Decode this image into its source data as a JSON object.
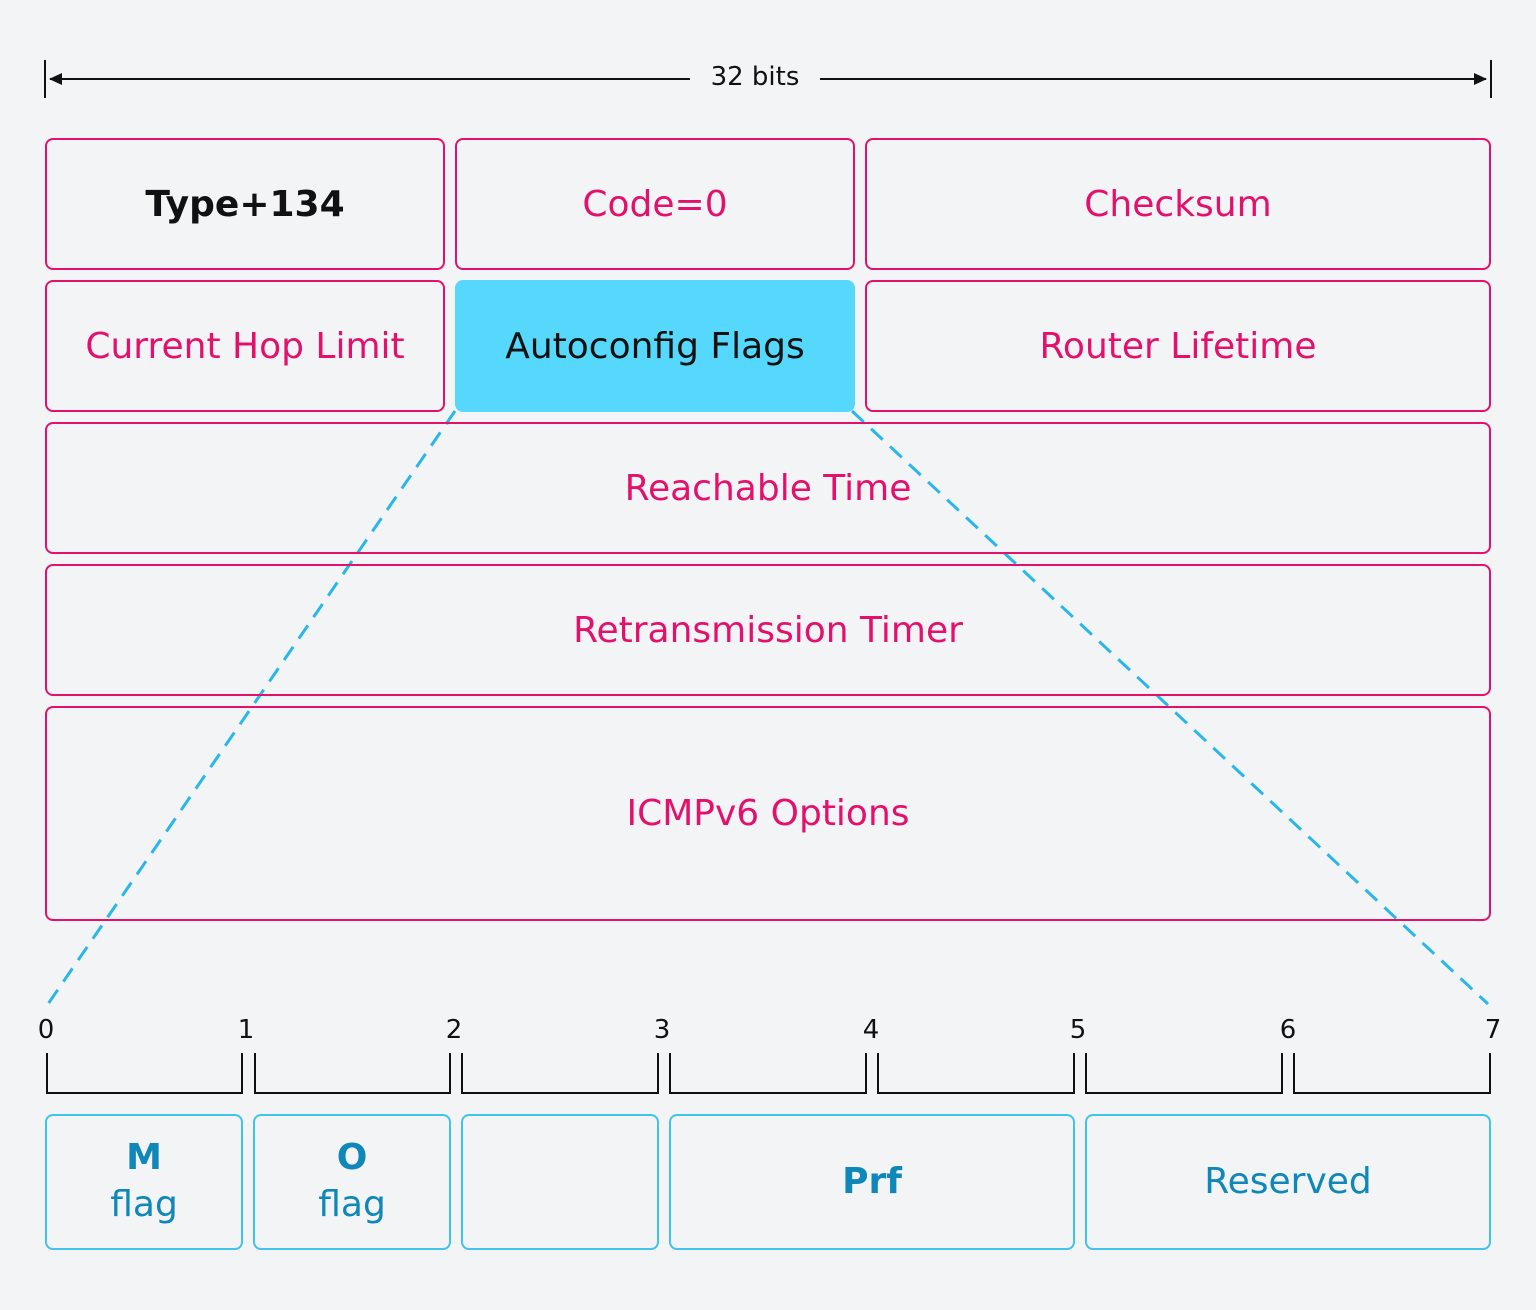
{
  "header": {
    "width_label": "32 bits"
  },
  "fields": {
    "type": "Type+134",
    "code": "Code=0",
    "checksum": "Checksum",
    "current_hop_limit": "Current Hop Limit",
    "autoconfig_flags": "Autoconfig Flags",
    "router_lifetime": "Router Lifetime",
    "reachable_time": "Reachable Time",
    "retransmission_timer": "Retransmission Timer",
    "icmpv6_options": "ICMPv6 Options"
  },
  "bit_ticks": [
    "0",
    "1",
    "2",
    "3",
    "4",
    "5",
    "6",
    "7"
  ],
  "flags": {
    "m_letter": "M",
    "m_word": "flag",
    "o_letter": "O",
    "o_word": "flag",
    "prf": "Prf",
    "reserved": "Reserved"
  },
  "colors": {
    "field_border": "#e3116c",
    "field_text": "#e3116c",
    "highlight": "#55d8fc",
    "flag_border": "#3fc4ec",
    "flag_text": "#0f87b8",
    "dashed_connector": "#29b6e8",
    "background": "#f3f4f6"
  }
}
